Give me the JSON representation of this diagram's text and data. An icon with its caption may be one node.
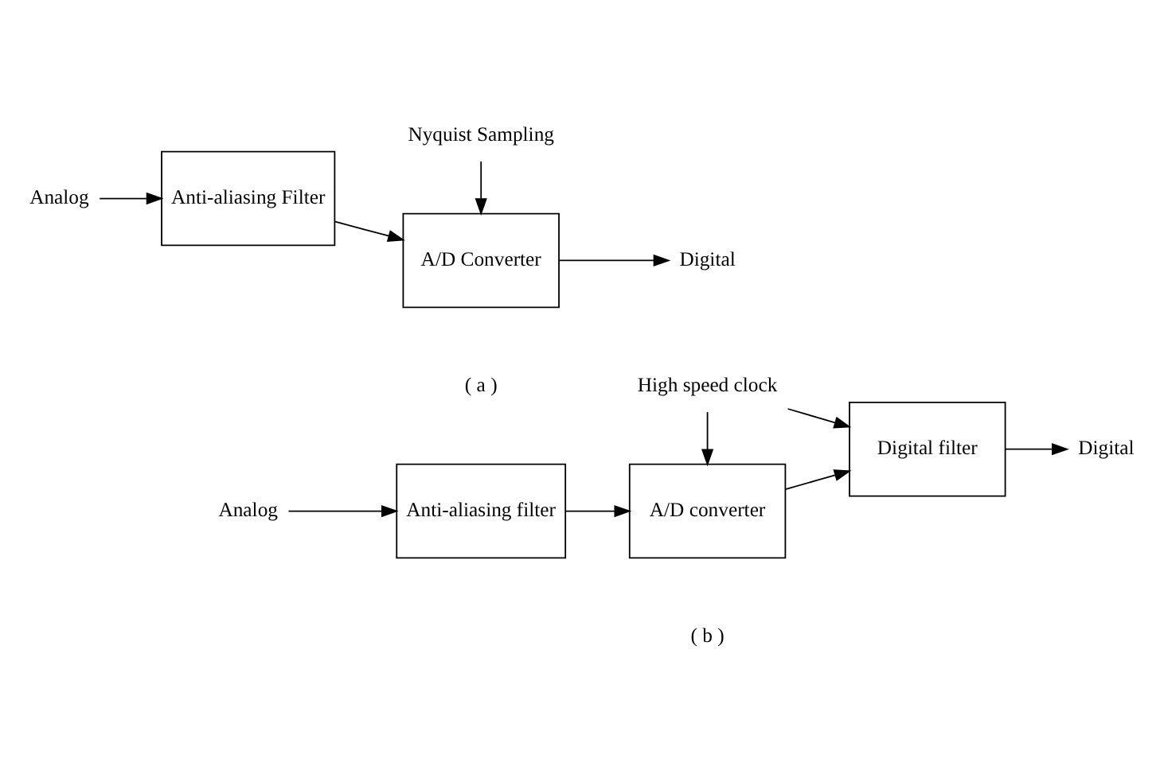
{
  "diagram": {
    "nodes": [
      {
        "text": [
          "Analog"
        ]
      },
      {
        "text": [
          "Anti-aliasing Filter"
        ]
      },
      {
        "text": [
          "A/D Converter"
        ]
      },
      {
        "text": [
          "Nyquist Sampling"
        ]
      },
      {
        "text": [
          "Digital"
        ]
      },
      {
        "text": [
          "Analog"
        ]
      },
      {
        "text": [
          "Anti-aliasing filter"
        ]
      },
      {
        "text": [
          "A/D converter"
        ]
      },
      {
        "text": [
          "Digital filter"
        ]
      },
      {
        "text": [
          "High speed clock"
        ]
      },
      {
        "text": [
          "Digital"
        ]
      }
    ],
    "edges": [
      {
        "from": 0,
        "to": 1,
        "arrow": "to"
      },
      {
        "from": 1,
        "to": 2,
        "arrow": "to"
      },
      {
        "from": 3,
        "to": 2,
        "arrow": "to"
      },
      {
        "from": 2,
        "to": 4,
        "arrow": "to"
      },
      {
        "from": 5,
        "to": 6,
        "arrow": "to"
      },
      {
        "from": 6,
        "to": 7,
        "arrow": "to"
      },
      {
        "from": 7,
        "to": 8,
        "arrow": "to"
      },
      {
        "from": 9,
        "to": 7,
        "arrow": "to"
      },
      {
        "from": 9,
        "to": 8,
        "arrow": "to"
      },
      {
        "from": 8,
        "to": 10,
        "arrow": "to"
      }
    ],
    "labels": [
      "( a )",
      "( b )"
    ]
  }
}
